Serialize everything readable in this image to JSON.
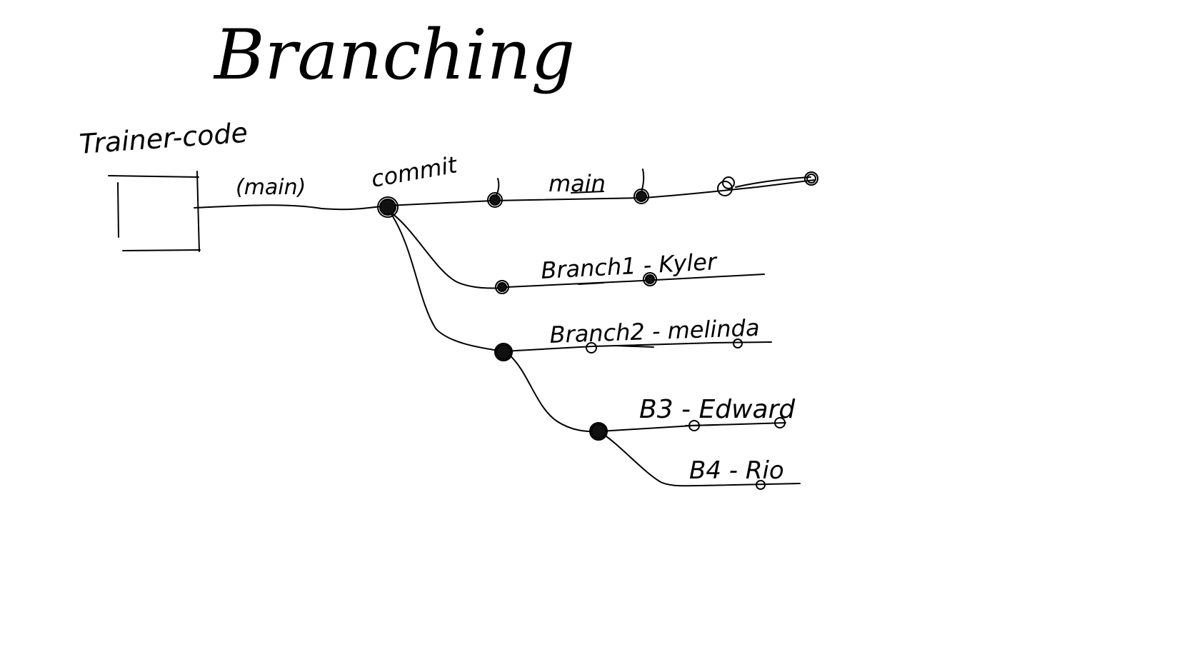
{
  "title": "Branching",
  "repo_label": "Trainer-code",
  "main_label": "(main)",
  "commit_label": "commit",
  "branches": [
    {
      "label": "main"
    },
    {
      "label": "Branch1 - Kyler"
    },
    {
      "label": "Branch2 - melinda"
    },
    {
      "label": "B3 - Edward"
    },
    {
      "label": "B4 - Rio"
    }
  ],
  "colors": {
    "ink": "#000000",
    "background": "#ffffff"
  }
}
